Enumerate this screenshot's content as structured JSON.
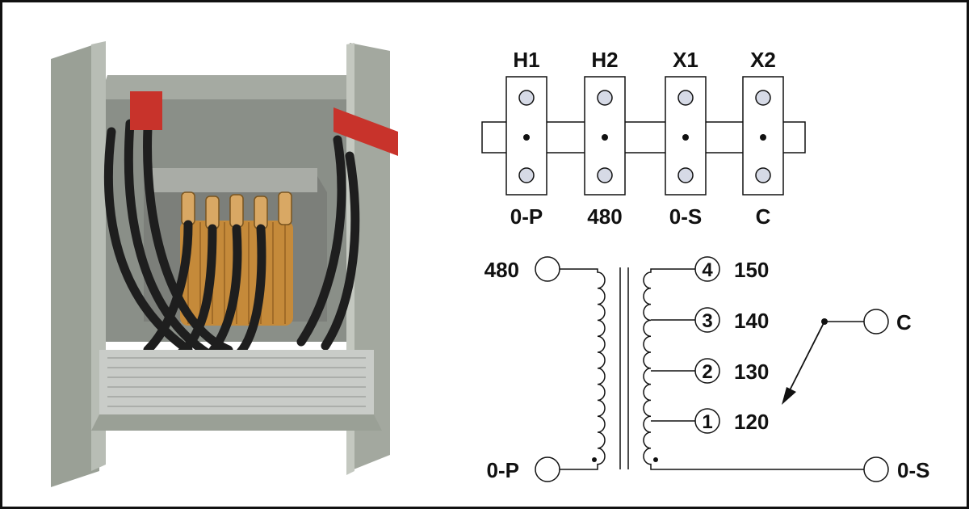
{
  "terminal_block": {
    "top_labels": [
      "H1",
      "H2",
      "X1",
      "X2"
    ],
    "bottom_labels": [
      "0-P",
      "480",
      "0-S",
      "C"
    ]
  },
  "schematic": {
    "primary_top_label": "480",
    "primary_bottom_label": "0-P",
    "secondary_bottom_label": "0-S",
    "common_label": "C",
    "taps": [
      {
        "number": "4",
        "voltage": "150"
      },
      {
        "number": "3",
        "voltage": "140"
      },
      {
        "number": "2",
        "voltage": "130"
      },
      {
        "number": "1",
        "voltage": "120"
      }
    ]
  },
  "colors": {
    "enclosure": "#9aa096",
    "copper": "#c58a3a",
    "cable": "#1e1e1e",
    "terminal_red": "#c8332b",
    "screw": "#d6dae6"
  }
}
